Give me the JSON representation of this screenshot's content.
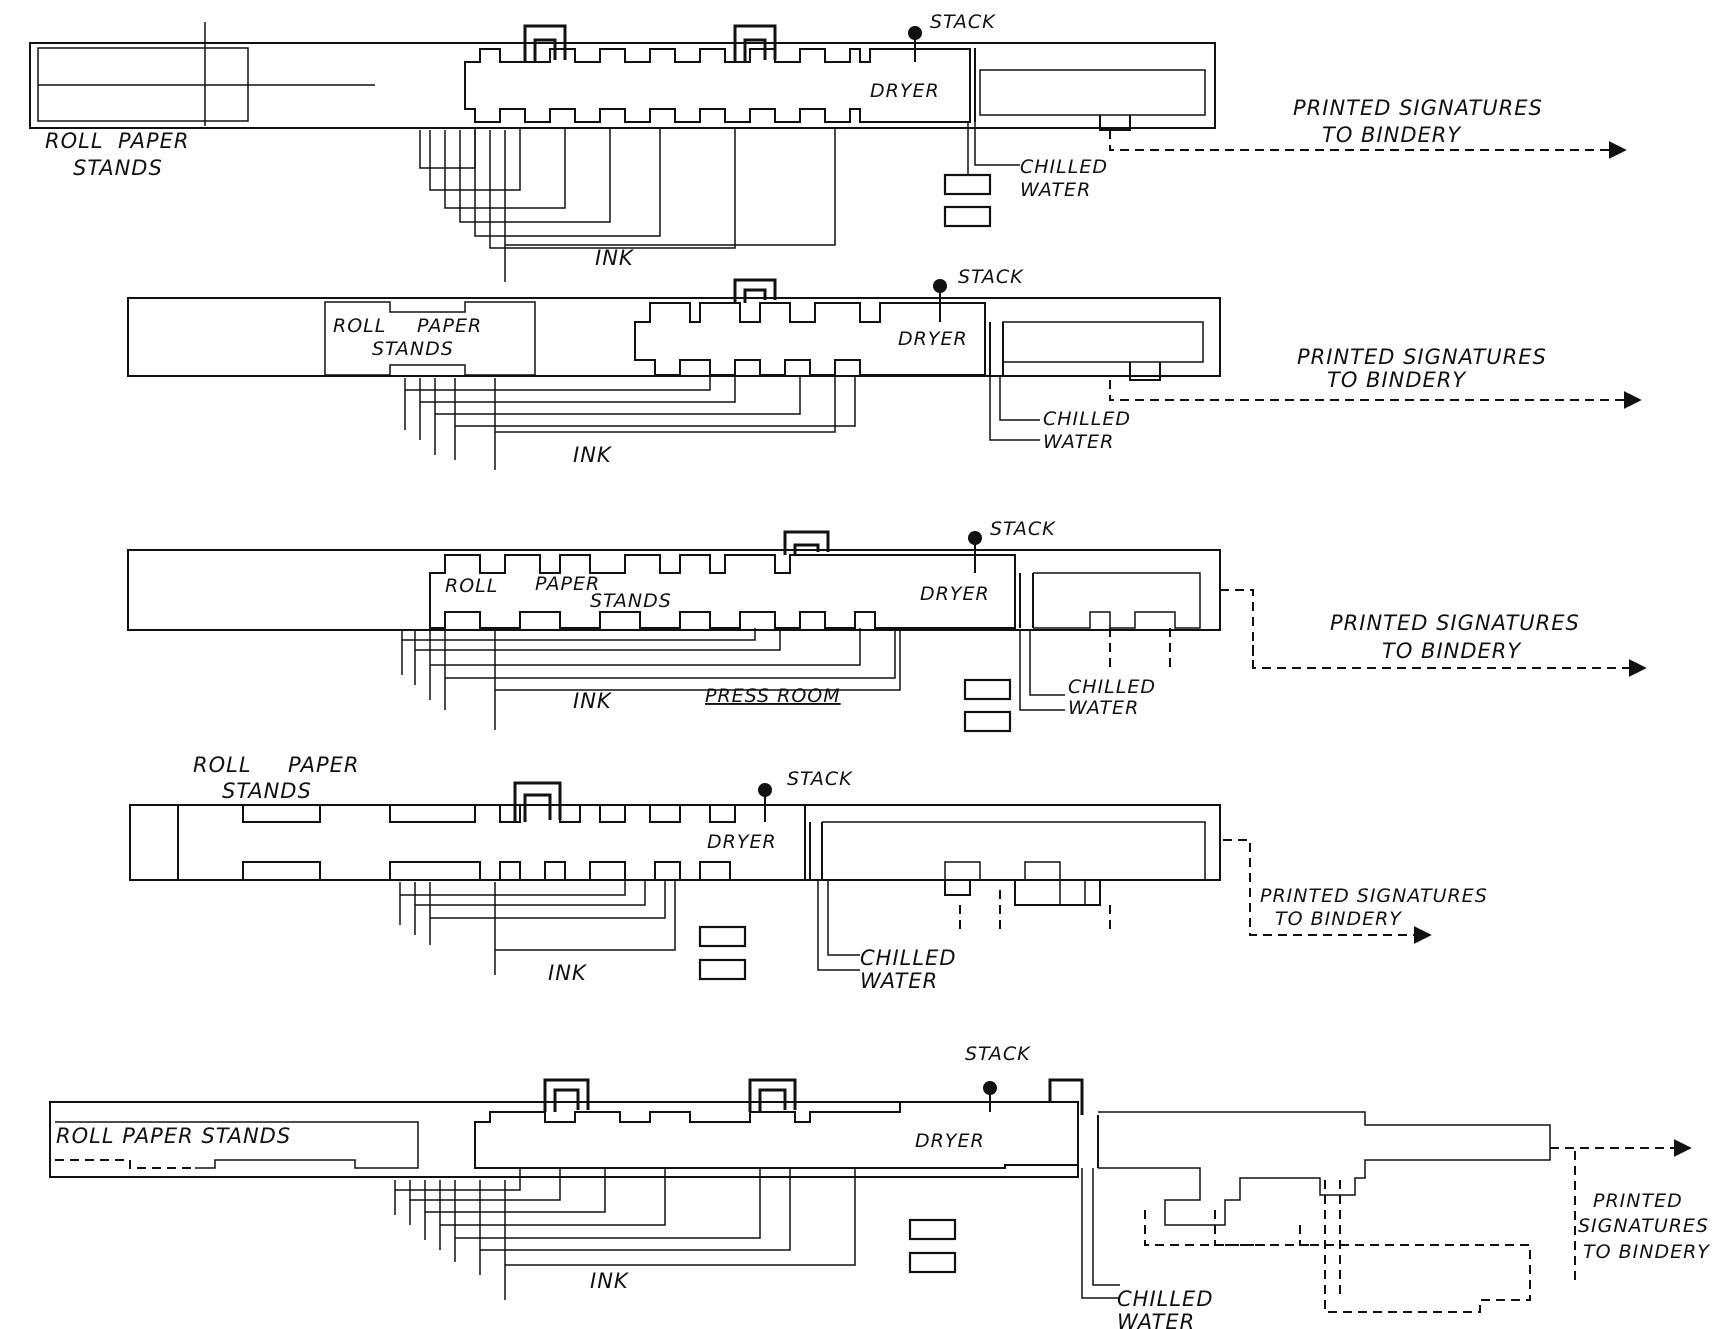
{
  "labels": {
    "roll_paper_stands": "ROLL PAPER STANDS",
    "roll": "ROLL",
    "paper": "PAPER",
    "stands": "STANDS",
    "stack": "STACK",
    "dryer": "DRYER",
    "chilled": "CHILLED",
    "water": "WATER",
    "ink": "INK",
    "printed_signatures": "PRINTED SIGNATURES",
    "printed": "PRINTED",
    "signatures": "SIGNATURES",
    "to_bindery": "TO BINDERY",
    "press_room": "PRESS ROOM"
  }
}
